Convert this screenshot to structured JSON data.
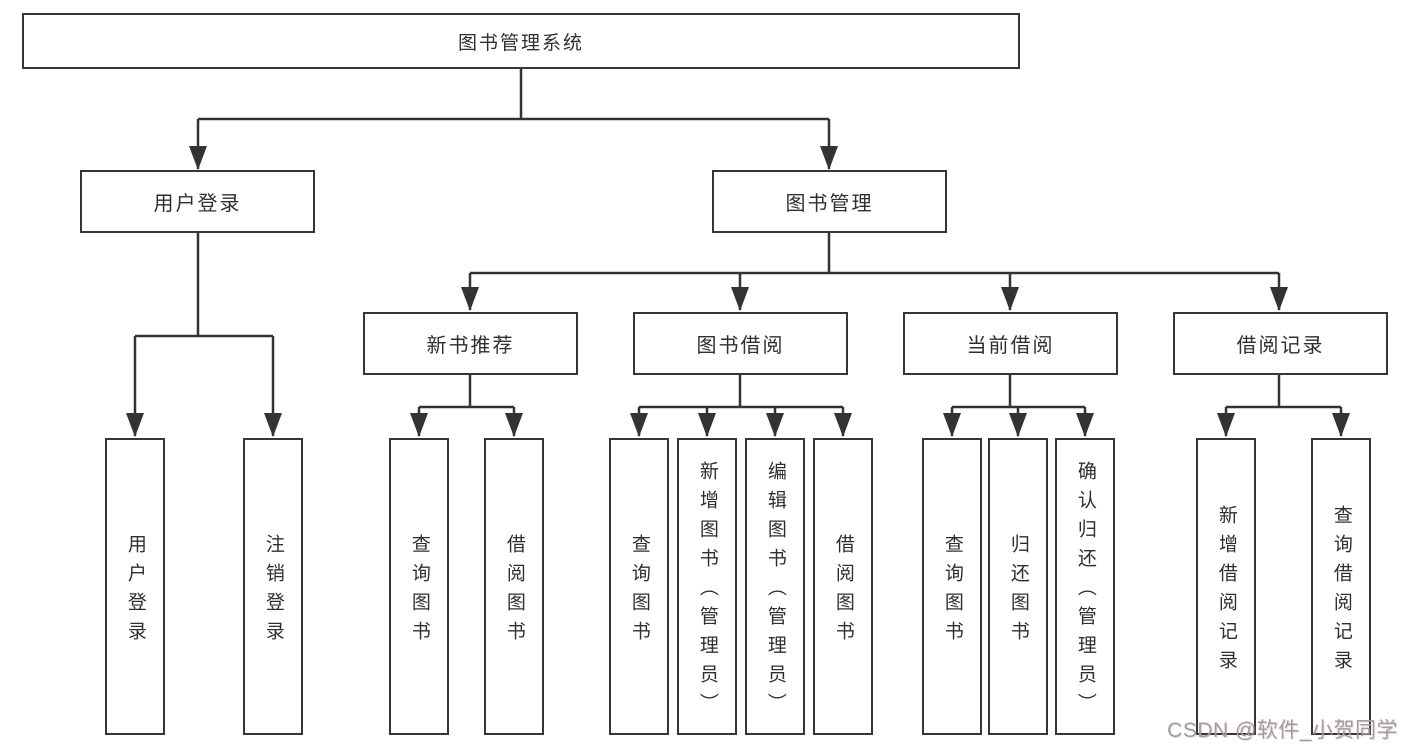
{
  "diagram": {
    "colors": {
      "line": "#333333",
      "box_border": "#363636",
      "box_fill": "#ffffff",
      "text": "#2f2f2f",
      "watermark_text": "#9e9e9e"
    },
    "root": {
      "label": "图书管理系统"
    },
    "user_login": {
      "label": "用户登录",
      "children": {
        "login": "用户登录",
        "logout": "注销登录"
      }
    },
    "book_mgmt": {
      "label": "图书管理",
      "new_book_rec": {
        "label": "新书推荐",
        "children": {
          "query_book": "查询图书",
          "borrow_book": "借阅图书"
        }
      },
      "book_borrow": {
        "label": "图书借阅",
        "children": {
          "query_book": "查询图书",
          "add_book": "新增图书（管理员）",
          "edit_book": "编辑图书（管理员）",
          "borrow_book": "借阅图书"
        }
      },
      "current_borrow": {
        "label": "当前借阅",
        "children": {
          "query_book": "查询图书",
          "return_book": "归还图书",
          "confirm_return": "确认归还（管理员）"
        }
      },
      "borrow_record": {
        "label": "借阅记录",
        "children": {
          "add_record": "新增借阅记录",
          "query_record": "查询借阅记录"
        }
      }
    },
    "watermark": "CSDN @软件_小贺同学"
  }
}
